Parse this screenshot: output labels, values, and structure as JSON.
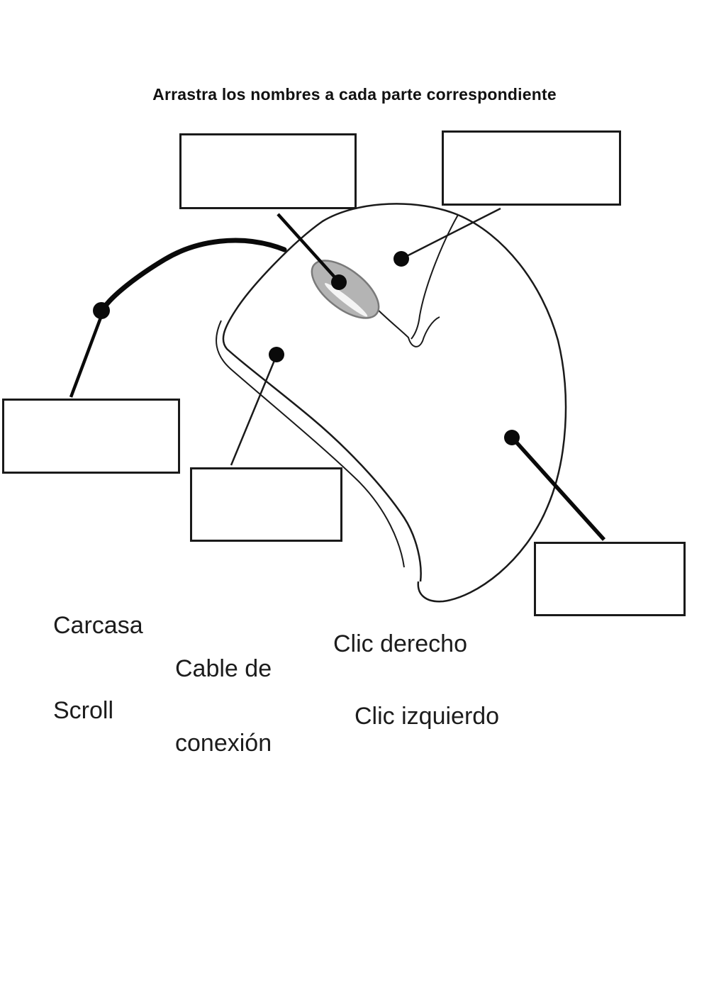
{
  "title": "Arrastra los nombres a cada parte correspondiente",
  "word_bank": {
    "carcasa": "Carcasa",
    "cable_line1": "Cable de",
    "cable_line2": "conexión",
    "clic_derecho": "Clic derecho",
    "scroll": "Scroll",
    "clic_izquierdo": "Clic izquierdo"
  },
  "drop_targets": [
    {
      "id": "target-scroll-wheel",
      "value": ""
    },
    {
      "id": "target-right-button",
      "value": ""
    },
    {
      "id": "target-cable",
      "value": ""
    },
    {
      "id": "target-left-shell",
      "value": ""
    },
    {
      "id": "target-right-body",
      "value": ""
    }
  ],
  "diagram": {
    "subject": "computer mouse parts",
    "labeled_points": 5
  },
  "colors": {
    "ink": "#1a1a1a",
    "wheel_fill": "#b4b4b4",
    "wheel_stroke": "#7a7a7a",
    "background": "#ffffff"
  }
}
